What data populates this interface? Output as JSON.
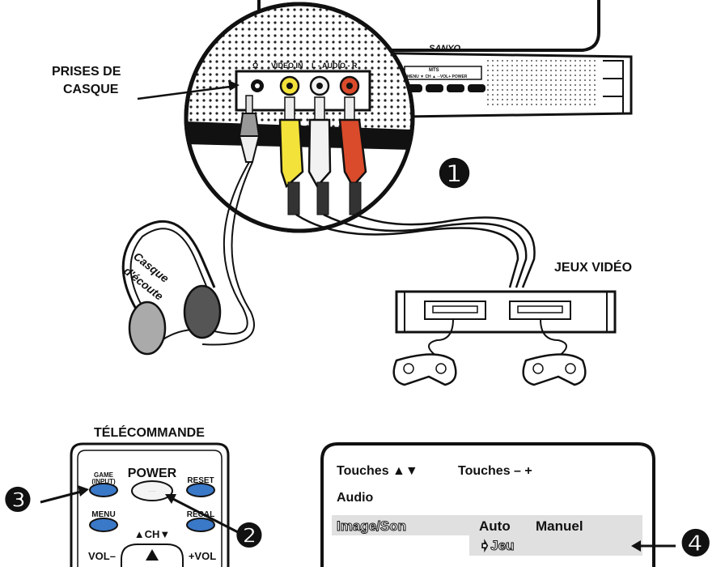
{
  "labels": {
    "headphone_jacks": [
      "PRISES DE",
      "CASQUE"
    ],
    "headphones": [
      "Casque",
      "d'écoute"
    ],
    "video_games": "JEUX VIDÉO",
    "remote": "TÉLÉCOMMANDE",
    "brand": "SANYO",
    "jack_panel": {
      "video_in": "VIDEO IN",
      "audio": "L - AUDIO - R",
      "headphone_symbol": "Ω"
    },
    "tv_panel": {
      "mts": "MTS",
      "menu_line": "MENU ▼ CH ▲ ─VOL+ POWER"
    }
  },
  "steps": {
    "one": "❶",
    "two": "❷",
    "three": "❸",
    "four": "❹"
  },
  "remote": {
    "game_input": [
      "GAME",
      "(INPUT)"
    ],
    "power": "POWER",
    "reset": "RESET",
    "menu": "MENU",
    "recall": "RECAL",
    "ch": "▲CH▼",
    "vol_minus": "VOL–",
    "vol_plus": "+VOL"
  },
  "osd_menu": {
    "row1_left": "Touches ▲▼",
    "row1_right": "Touches – +",
    "row2": "Audio",
    "row3_label": "Image/Son",
    "row3_opt1": "Auto",
    "row3_opt2": "Manuel",
    "row4": "➧Jeu"
  },
  "colors": {
    "jack_yellow": "#f3e23a",
    "jack_white": "#f2f2f2",
    "jack_red": "#d94b2b",
    "button_blue": "#3a78c8",
    "menu_highlight": "#e0e0e0"
  }
}
